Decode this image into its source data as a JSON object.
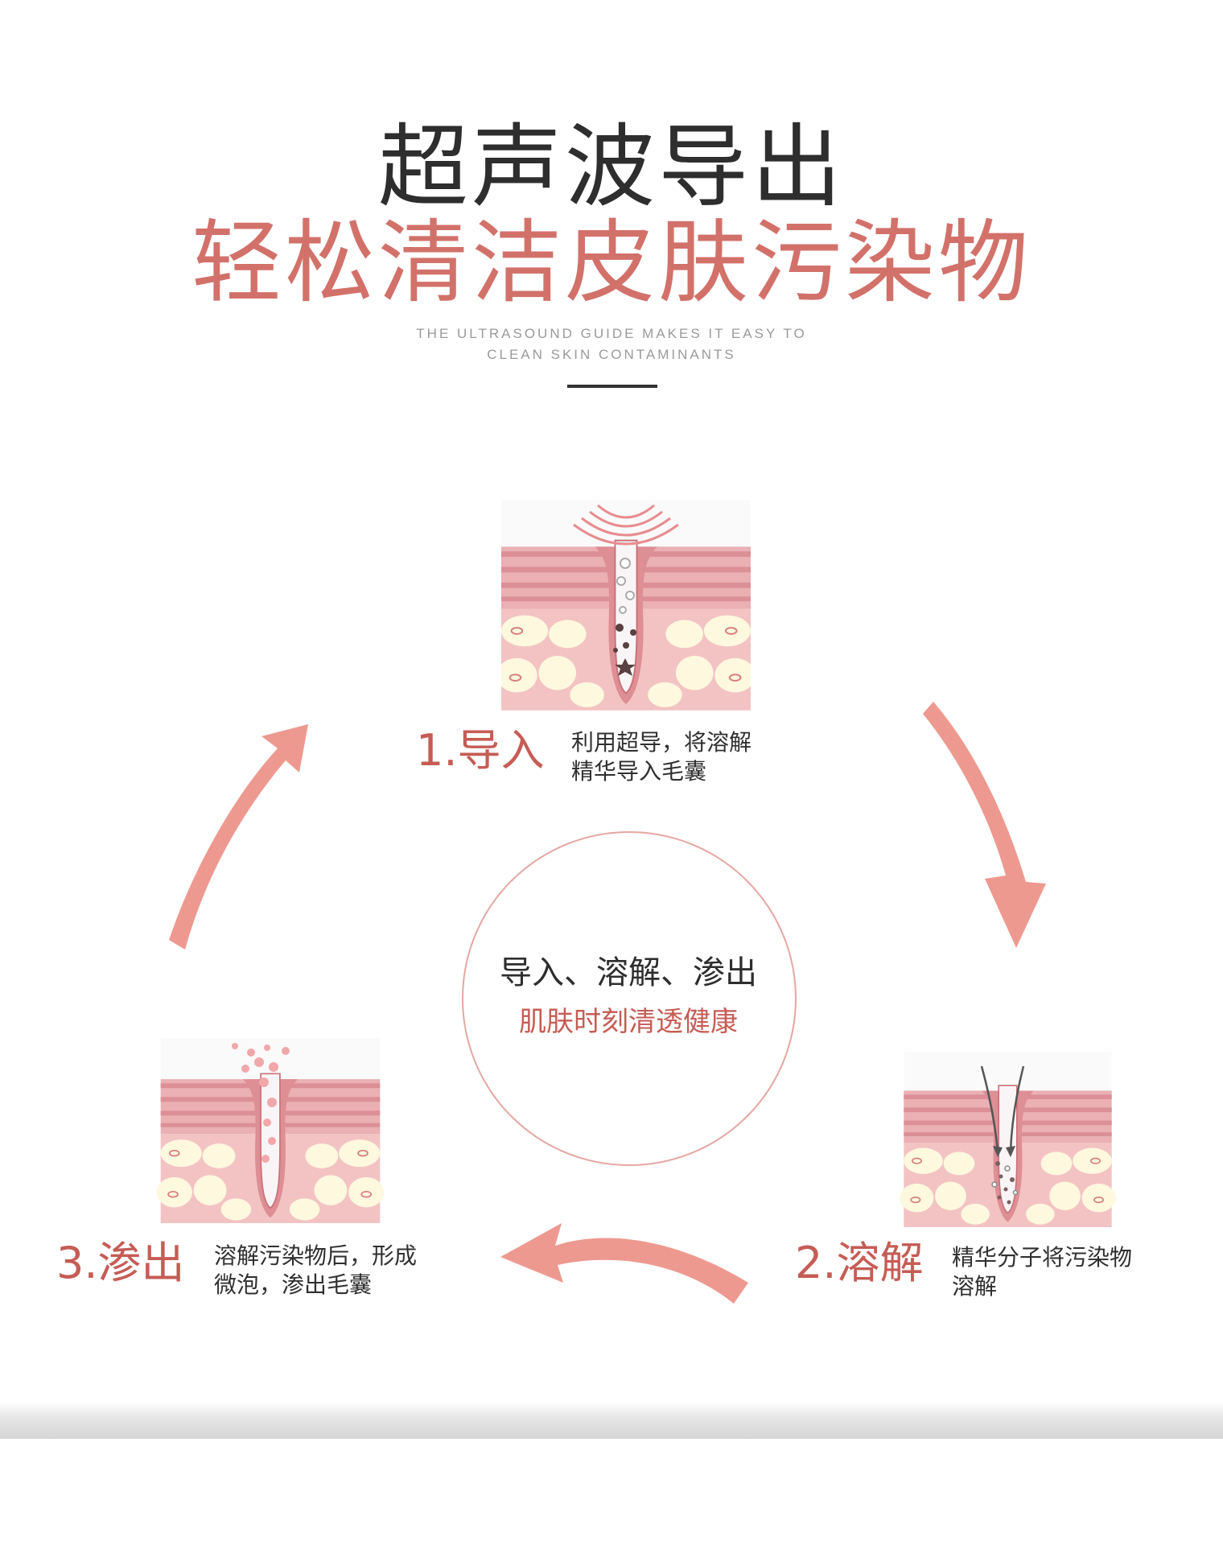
{
  "header": {
    "title_line1": "超声波导出",
    "title_line2": "轻松清洁皮肤污染物",
    "subtitle_line1": "THE ULTRASOUND GUIDE MAKES IT EASY TO",
    "subtitle_line2": "CLEAN SKIN CONTAMINANTS"
  },
  "center": {
    "line1": "导入、溶解、渗出",
    "line2": "肌肤时刻清透健康"
  },
  "steps": [
    {
      "number_label": "1.导入",
      "desc_line1": "利用超导，将溶解",
      "desc_line2": "精华导入毛囊"
    },
    {
      "number_label": "2.溶解",
      "desc_line1": "精华分子将污染物",
      "desc_line2": "溶解"
    },
    {
      "number_label": "3.渗出",
      "desc_line1": "溶解污染物后，形成",
      "desc_line2": "微泡，渗出毛囊"
    }
  ],
  "colors": {
    "accent": "#d2716a",
    "arrow": "#ee9990",
    "skin_stripe": "#e8a3a8",
    "skin_fat": "#fdf8de"
  }
}
